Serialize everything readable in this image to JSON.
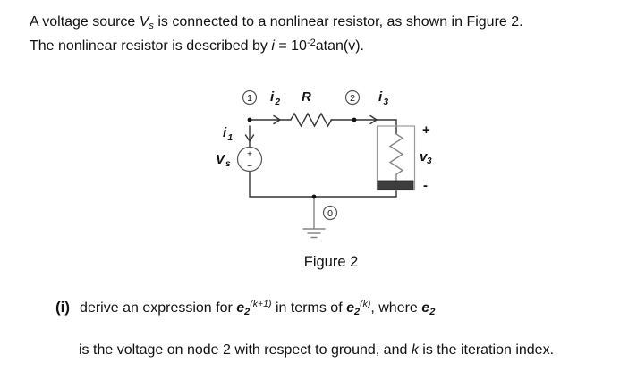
{
  "colors": {
    "text": "#111111",
    "wire": "#333333",
    "box_outline": "#999999",
    "dark_bar": "#3d3d3d",
    "gray_element": "#858585"
  },
  "intro": {
    "line1_pre": "A voltage source ",
    "vs_var": "V",
    "vs_sub": "s",
    "line1_post": " is connected to a nonlinear resistor, as shown in Figure 2.",
    "line2_pre": "The nonlinear resistor is described by ",
    "i_var": "i",
    "line2_eq": " = 10",
    "exponent": "-2",
    "line2_post": "atan(v)."
  },
  "circuit": {
    "node1_label": "1",
    "node2_label": "2",
    "node0_label": "0",
    "current_i1": {
      "base": "i",
      "sub": "1"
    },
    "current_i2": {
      "base": "i",
      "sub": "2"
    },
    "current_i3": {
      "base": "i",
      "sub": "3"
    },
    "resistor_label": "R",
    "source_label": {
      "base": "V",
      "sub": "s"
    },
    "source_plus": "+",
    "source_minus": "−",
    "v3_label": {
      "base": "v",
      "sub": "3"
    },
    "v3_plus": "+",
    "v3_minus": "-"
  },
  "figure": {
    "caption": "Figure 2"
  },
  "question": {
    "marker": "(i)",
    "part1": "derive an expression for ",
    "e_base": "e",
    "e_sub": "2",
    "sup_k1": "(k+1)",
    "part2": " in terms of ",
    "sup_k": "(k)",
    "part3": ", where ",
    "line2_pre": "is the voltage on node 2 with respect to ground, and ",
    "k_var": "k",
    "line2_post": " is the iteration index."
  }
}
